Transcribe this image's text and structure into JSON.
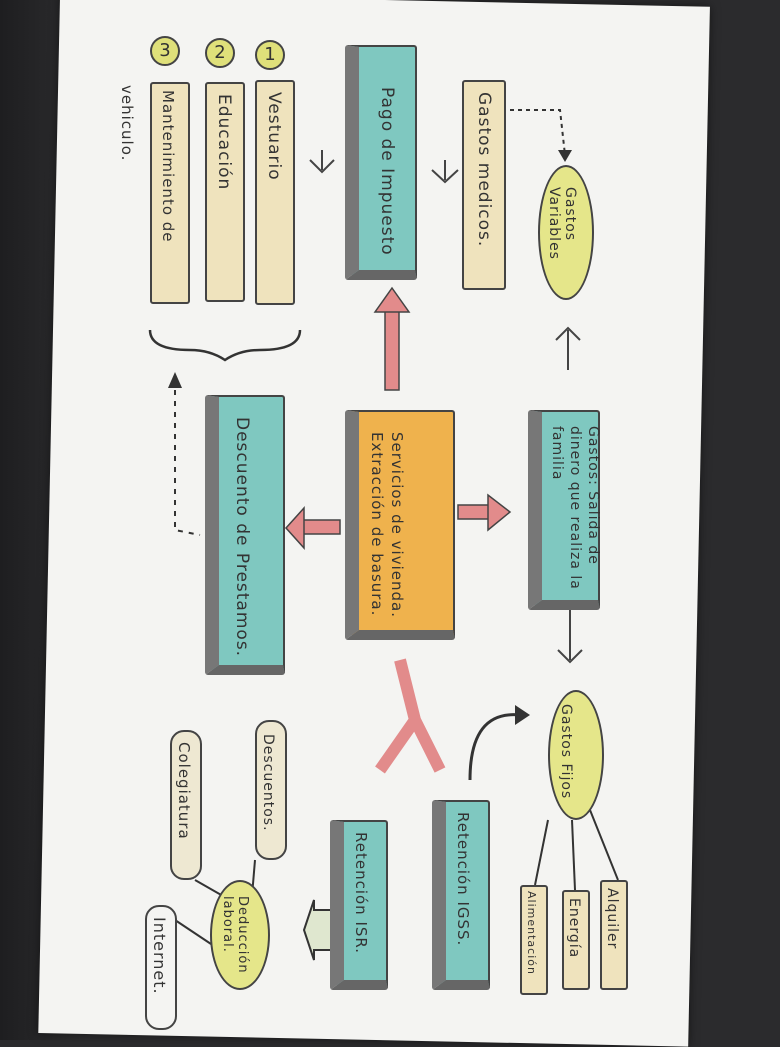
{
  "labels": {
    "gastos_medicos": "Gastos medicos.",
    "gastos_variables": "Gastos Variables",
    "pago_impuesto": "Pago de Impuesto",
    "vestuario": "Vestuario",
    "educacion": "Educación",
    "mantenimiento": "Mantenimiento de",
    "vehiculo": "vehiculo.",
    "num1": "1",
    "num2": "2",
    "num3": "3",
    "gastos_def": "Gastos: Salida de dinero que realiza la familia",
    "servicios": "Servicios de vivienda. Extracción de basura.",
    "descuento_prestamos": "Descuento de Prestamos.",
    "gastos_fijos": "Gastos Fijos",
    "alquiler": "Alquiler",
    "energia": "Energía",
    "alimentacion": "Alimentación",
    "retencion_igss": "Retención IGSS.",
    "retencion_isr": "Retención ISR.",
    "descuentos": "Descuentos.",
    "deduccion": "Deducción laboral.",
    "colegiatura": "Colegiatura",
    "internet": "Internet."
  }
}
